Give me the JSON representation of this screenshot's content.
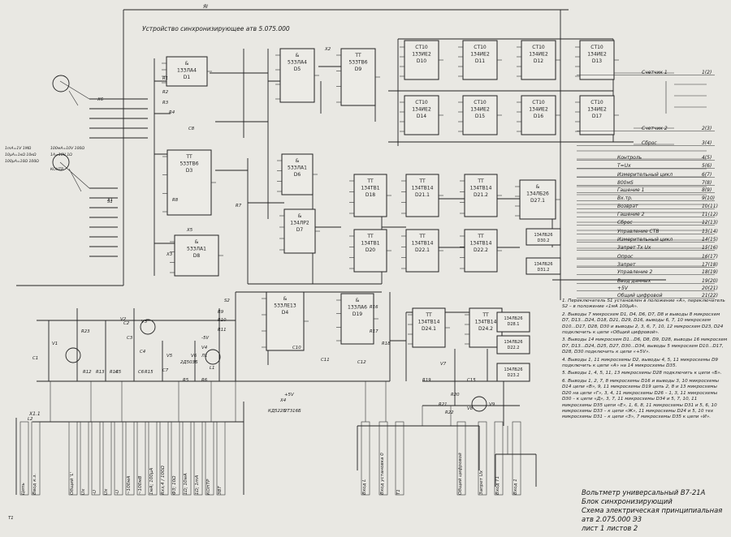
{
  "sheet": {
    "top_code": "ЯI",
    "header": "Устройство синхронизирующее  атв 5.075.000",
    "title_block": [
      "Вольтметр универсальный В7-21А",
      "Блок синхронизирующий",
      "Схема электрическая принципиальная",
      "атв 2.075.000 Э3",
      "лист 1   листов 2"
    ]
  },
  "counters_row1": [
    {
      "ref": "D10",
      "lines": [
        "СТ10",
        "133ИЕ2",
        "D10"
      ]
    },
    {
      "ref": "D11",
      "lines": [
        "СТ10",
        "134ИЕ2",
        "D11"
      ]
    },
    {
      "ref": "D12",
      "lines": [
        "СТ10",
        "134ИЕ2",
        "D12"
      ]
    },
    {
      "ref": "D13",
      "lines": [
        "СТ10",
        "134ИЕ2",
        "D13"
      ]
    }
  ],
  "counters_row2": [
    {
      "ref": "D14",
      "lines": [
        "СТ10",
        "134ИЕ2",
        "D14"
      ]
    },
    {
      "ref": "D15",
      "lines": [
        "СТ10",
        "134ИЕ2",
        "D15"
      ]
    },
    {
      "ref": "D16",
      "lines": [
        "СТ10",
        "134ИЕ2",
        "D16"
      ]
    },
    {
      "ref": "D17",
      "lines": [
        "СТ10",
        "134ИЕ2",
        "D17"
      ]
    }
  ],
  "logic_blocks": [
    {
      "ref": "D1",
      "lines": [
        "&",
        "133ЛА4",
        "D1"
      ]
    },
    {
      "ref": "D5",
      "lines": [
        "&",
        "533ЛА4",
        "D5"
      ]
    },
    {
      "ref": "D9",
      "lines": [
        "ТТ",
        "533ТВ6",
        "D9"
      ]
    },
    {
      "ref": "D3",
      "lines": [
        "ТТ",
        "533ТВ6",
        "D3"
      ]
    },
    {
      "ref": "D6",
      "lines": [
        "&",
        "533ЛА1",
        "D6"
      ]
    },
    {
      "ref": "D7",
      "lines": [
        "&",
        "134ЛР2",
        "D7"
      ]
    },
    {
      "ref": "D8",
      "lines": [
        "&",
        "533ЛА1",
        "D8"
      ]
    },
    {
      "ref": "D18",
      "lines": [
        "ТТ",
        "134ТВ1",
        "D18"
      ]
    },
    {
      "ref": "D21.1",
      "lines": [
        "ТТ",
        "134ТВ14",
        "D21.1"
      ]
    },
    {
      "ref": "D21.2",
      "lines": [
        "ТТ",
        "134ТВ14",
        "D21.2"
      ]
    },
    {
      "ref": "D20",
      "lines": [
        "ТТ",
        "134ТВ1",
        "D20"
      ]
    },
    {
      "ref": "D22.1",
      "lines": [
        "ТТ",
        "134ТВ14",
        "D22.1"
      ]
    },
    {
      "ref": "D22.2",
      "lines": [
        "ТТ",
        "134ТВ14",
        "D22.2"
      ]
    },
    {
      "ref": "D27.1",
      "lines": [
        "&",
        "134ЛБ26",
        "D27.1"
      ]
    },
    {
      "ref": "D4",
      "lines": [
        "&",
        "533ЛЕ13",
        "D4"
      ]
    },
    {
      "ref": "D19",
      "lines": [
        "&",
        "133ЛА6",
        "D19"
      ]
    },
    {
      "ref": "D24.1",
      "lines": [
        "ТТ",
        "134ТВ14",
        "D24.1"
      ]
    },
    {
      "ref": "D24.2",
      "lines": [
        "ТТ",
        "134ТВ14",
        "D24.2"
      ]
    }
  ],
  "small_blocks": [
    {
      "lines": [
        "134ЛБ26",
        "D30.2"
      ]
    },
    {
      "lines": [
        "134ЛБ26",
        "D31.2"
      ]
    },
    {
      "lines": [
        "134ЛБ26",
        "D28.1"
      ]
    },
    {
      "lines": [
        "134ЛБ26",
        "D22.2"
      ]
    },
    {
      "lines": [
        "134ЛБ26",
        "D23.2"
      ]
    }
  ],
  "outputs": [
    {
      "label": "Счетчик 1",
      "pin": "1(2)"
    },
    {
      "label": "Счетчик 2",
      "pin": "2(3)"
    },
    {
      "label": "Сброс",
      "pin": "3(4)"
    },
    {
      "label": "Контроль",
      "pin": "4(5)"
    },
    {
      "label": "T=Uх",
      "pin": "5(6)"
    },
    {
      "label": "Измерительный цикл",
      "pin": "6(7)"
    },
    {
      "label": "800мS",
      "pin": "7(8)"
    },
    {
      "label": "Гашение 1",
      "pin": "8(9)"
    },
    {
      "label": "Вх.тр.",
      "pin": "9(10)"
    },
    {
      "label": "Возврат",
      "pin": "10(11)"
    },
    {
      "label": "Гашение 2",
      "pin": "11(12)"
    },
    {
      "label": "Сброс",
      "pin": "12(13)"
    },
    {
      "label": "Управление СТВ",
      "pin": "13(14)"
    },
    {
      "label": "Измерительный цикл",
      "pin": "14(15)"
    },
    {
      "label": "Запрет Тх Uх",
      "pin": "15(16)"
    },
    {
      "label": "Опрос",
      "pin": "16(17)"
    },
    {
      "label": "Запрет",
      "pin": "17(18)"
    },
    {
      "label": "Управление 2",
      "pin": "18(19)"
    },
    {
      "label": "Ввод данных",
      "pin": "19(20)"
    },
    {
      "label": "+5V",
      "pin": "20(21)"
    },
    {
      "label": "Общий цифровой",
      "pin": "21(22)"
    }
  ],
  "switch_legend": [
    "1mA=1V  1MΩ",
    "100мА=10V  100Ω",
    "10μA=1кΩ  10кΩ",
    "1А=10V  1Ω",
    "100μA=10Ω 100Ω",
    "КОНТР"
  ],
  "analog_labels": [
    "V1",
    "V2",
    "V3",
    "V4",
    "V5",
    "V6",
    "V7",
    "V8",
    "V9",
    "C1",
    "C2",
    "C3",
    "C4",
    "C5",
    "C6",
    "C7",
    "C8",
    "C10",
    "C11",
    "C12",
    "C15",
    "R1",
    "R2",
    "R3",
    "R4",
    "R5",
    "R6",
    "R7",
    "R8",
    "R9",
    "R10",
    "R11",
    "R12",
    "R13",
    "R14",
    "R15",
    "R16",
    "R17",
    "R18",
    "R19",
    "R20",
    "R21",
    "R22",
    "R23",
    "L1",
    "L2",
    "X1",
    "X2",
    "X3",
    "X4",
    "X5",
    "X6",
    "S1",
    "S2",
    "+5V",
    "-5V",
    "2Т316Б",
    "КД522Б",
    "2Д503Б",
    "Л1",
    "Т1"
  ],
  "bottom_connector": {
    "ref": "Х1.1",
    "labels": [
      "Цепь",
      "Ввод к.з.",
      "Общий 'L'",
      "Uх",
      "-U",
      "Uх",
      "-U",
      "~100мА",
      "~100мВ",
      "1мА; 100μA",
      "Rхз,4 / 100Ω",
      "ФЗ; 10Ω",
      "1Ω; 10мА",
      "1Ω; 1mA",
      "КОНТР",
      "ЗВТ",
      "Вход L",
      "Вход установка 0",
      "Т1",
      "Общий цифровой",
      "Запрет Uх",
      "Вход Т1",
      "Вход 1"
    ]
  },
  "notes": [
    "1. Переключатель S1 установлен в положение «А», переключатель S2 – в положение «1мА 100μA».",
    "2. Выводы 7 микросхем D1, D4, D6, D7, D8 и выводы 8 микросхем D7, D13...D24, D18, D21, D29, D16, выводы 6, 7, 10 микросхем D10...D17, D28, D30 и выводы 2, 3, 6, 7, 10, 12 микросхем D23, D24 подключить к цепи «Общий цифровой».",
    "3. Выводы 14 микросхем D1...D6, D8, D9, D28, выводы 16 микросхем D7, D13...D24, D25, D27, D30...D34, выводы 5 микросхем D10...D17, D28, D30 подключить к цепи «+5V».",
    "4. Выводы 1, 11 микросхемы D2, выводы 4, 5, 11 микросхемы D9 подключить к цепи «А» на 14 микросхемы D35.",
    "5. Выводы 1, 4, 5, 11, 13 микросхемы D28 подключить к цепи «Б».",
    "6. Выводы 1, 2, 7, 8 микросхемы D16 и выводы 3, 10 микросхемы D14 цепи «В», 9, 11 микросхемы D19 цепь 2, 8 и 13 микросхемы D20 на цепи «Г», 3, 4, 11 микросхемы D26 – 1, 3, 11 микросхемы D30 – к цепи «Д», 3, 7, 11 микросхемы D34 и 5, 7, 10, 11 микросхемы D35 цепи «Е», 1, 6, 8, 11 микросхемы D31 и 5, 6, 10 микросхемы D33 – к цепи «Ж», 11 микросхемы D24 и 5, 10 тех микросхемы D31 – к цепи «З», 7 микросхемы D35 к цепи «И»."
  ]
}
